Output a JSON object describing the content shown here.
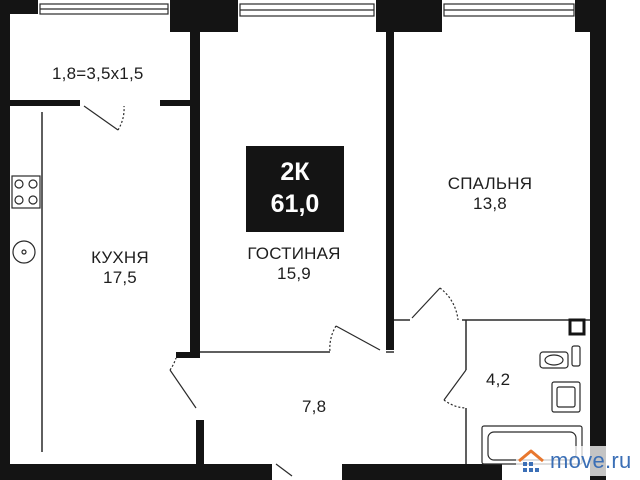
{
  "plan": {
    "badge": {
      "rooms": "2К",
      "area": "61,0"
    },
    "rooms": [
      {
        "key": "balcony",
        "text": "1,8=3,5x1,5"
      },
      {
        "key": "kitchen",
        "name": "КУХНЯ",
        "area": "17,5"
      },
      {
        "key": "living",
        "name": "ГОСТИНАЯ",
        "area": "15,9"
      },
      {
        "key": "bedroom",
        "name": "СПАЛЬНЯ",
        "area": "13,8"
      },
      {
        "key": "hall",
        "area": "7,8"
      },
      {
        "key": "bathroom",
        "area": "4,2"
      }
    ],
    "colors": {
      "wall": "#141414",
      "line": "#2a2a2a",
      "watermark": "#3b6fb6",
      "watermark_accent": "#e8772e"
    }
  },
  "watermark": {
    "text": "move.ru",
    "icon": "house-logo-icon"
  }
}
